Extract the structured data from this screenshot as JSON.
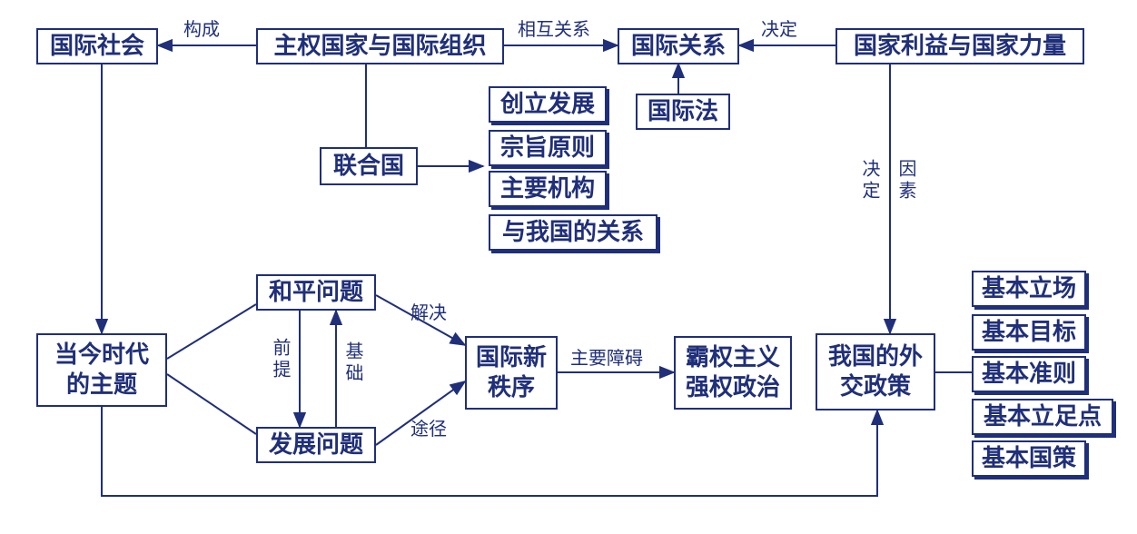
{
  "nodes": {
    "guojishehui": "国际社会",
    "zhuquanguojia": "主权国家与国际组织",
    "guojiguanxi": "国际关系",
    "guojialiyi": "国家利益与国家力量",
    "guojifa": "国际法",
    "lianheguo": "联合国",
    "chuangli": "创立发展",
    "zongzhi": "宗旨原则",
    "zhuyaojigou": "主要机构",
    "yuwoguo": "与我国的关系",
    "dangjin": "当今时代\n的主题",
    "heping": "和平问题",
    "fazhan": "发展问题",
    "xinzhixu": "国际新\n秩序",
    "baquan": "霸权主义\n强权政治",
    "waijiao": "我国的外\n交政策",
    "lichang": "基本立场",
    "mubiao": "基本目标",
    "zhunze": "基本准则",
    "lizudian": "基本立足点",
    "guoce": "基本国策"
  },
  "labels": {
    "goucheng": "构成",
    "xianghu": "相互关系",
    "jueding_top": "决定",
    "jueding_v": "决定",
    "yinsu": "因素",
    "qianti": "前提",
    "jichu": "基础",
    "jiejue": "解决",
    "tujing": "途径",
    "zhangai": "主要障碍"
  },
  "colors": {
    "ink": "#1f2f7a"
  }
}
